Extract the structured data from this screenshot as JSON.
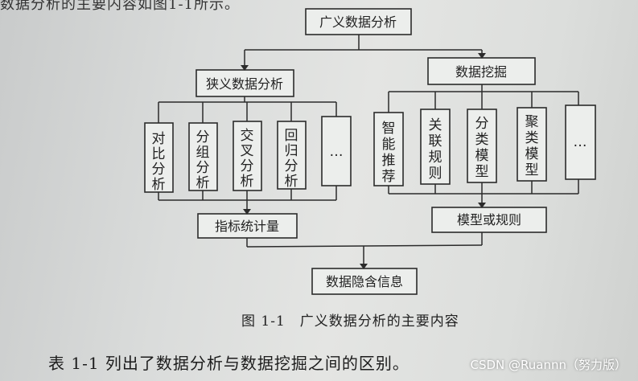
{
  "top_text": "数据分析的主要内容如图1-1所示。",
  "diagram": {
    "root": "广义数据分析",
    "narrow": "狭义数据分析",
    "mining": "数据挖掘",
    "narrow_methods": [
      "对比分析",
      "分组分析",
      "交叉分析",
      "回归分析",
      "…"
    ],
    "mining_methods": [
      "智能推荐",
      "关联规则",
      "分类模型",
      "聚类模型",
      "…"
    ],
    "narrow_output": "指标统计量",
    "mining_output": "模型或规则",
    "final": "数据隐含信息"
  },
  "caption": {
    "number": "图 1-1",
    "title": "广义数据分析的主要内容"
  },
  "body_text": "表 1-1 列出了数据分析与数据挖掘之间的区别。",
  "watermark": "CSDN @Ruannn（努力版）"
}
